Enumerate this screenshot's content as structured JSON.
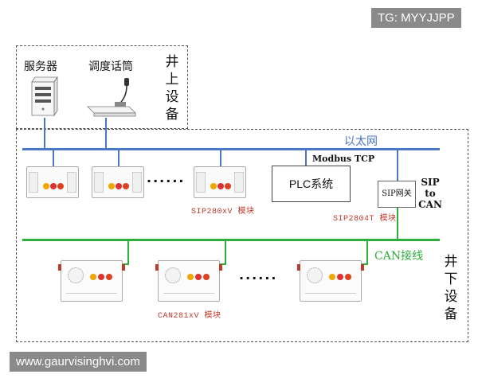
{
  "surface_label": "井上设备",
  "underground_label": "井下设备",
  "server_label": "服务器",
  "dispatch_label": "调度话筒",
  "ethernet_label": "以太网",
  "modbus_label": "Modbus TCP",
  "plc_label": "PLC系统",
  "sip_gateway_label": "SIP网关",
  "sip_to_can_label": "SIP\nto\nCAN",
  "sip280_label": "SIP280xV 模块",
  "sip2804_label": "SIP2804T 模块",
  "can_bus_label": "CAN接线",
  "can281_label": "CAN281xV 模块",
  "ellipsis": "······",
  "watermark_top": "TG: MYYJJPP",
  "watermark_bottom": "www.gaurvisinghvi.com",
  "colors": {
    "ethernet": "#4a78c2",
    "can_bus": "#2eae3a",
    "module_tag": "#c0392b",
    "can_text": "#2eae3a",
    "ethernet_text": "#4a78c2"
  }
}
